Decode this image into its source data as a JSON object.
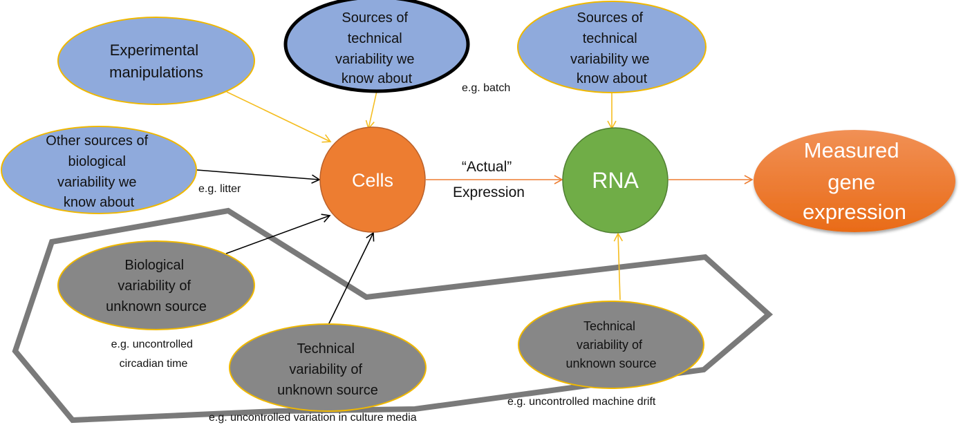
{
  "colors": {
    "known_fill": "#8faadc",
    "unknown_fill": "#878787",
    "gold_border": "#f0b800",
    "cells_fill": "#ed7d31",
    "rna_fill": "#70ad47",
    "measured_fill": "#ef7a2e",
    "boundary": "#7a7a7a",
    "arrow_gold": "#f5bd1f",
    "arrow_orange": "#ed7d31",
    "arrow_black": "#000000"
  },
  "nodes": {
    "experimental": {
      "lines": [
        "Experimental",
        "manipulations"
      ]
    },
    "tech_known_cells": {
      "lines": [
        "Sources of",
        "technical",
        "variability we",
        "know about"
      ]
    },
    "tech_known_rna": {
      "lines": [
        "Sources of",
        "technical",
        "variability we",
        "know about"
      ]
    },
    "bio_known": {
      "lines": [
        "Other sources of",
        "biological",
        "variability we",
        "know about"
      ]
    },
    "cells": {
      "lines": [
        "Cells"
      ]
    },
    "rna": {
      "lines": [
        "RNA"
      ]
    },
    "measured": {
      "lines": [
        "Measured",
        "gene",
        "expression"
      ]
    },
    "bio_unknown": {
      "lines": [
        "Biological",
        "variability of",
        "unknown source"
      ]
    },
    "tech_unknown_cells": {
      "lines": [
        "Technical",
        "variability of",
        "unknown source"
      ]
    },
    "tech_unknown_rna": {
      "lines": [
        "Technical",
        "variability of",
        "unknown source"
      ]
    }
  },
  "annotations": {
    "batch": "e.g. batch",
    "litter": "e.g. litter",
    "actual_expression": [
      "“Actual”",
      "Expression"
    ],
    "circadian": [
      "e.g. uncontrolled",
      "circadian time"
    ],
    "culture_media": "e.g. uncontrolled variation in culture media",
    "machine_drift": "e.g. uncontrolled machine drift"
  }
}
